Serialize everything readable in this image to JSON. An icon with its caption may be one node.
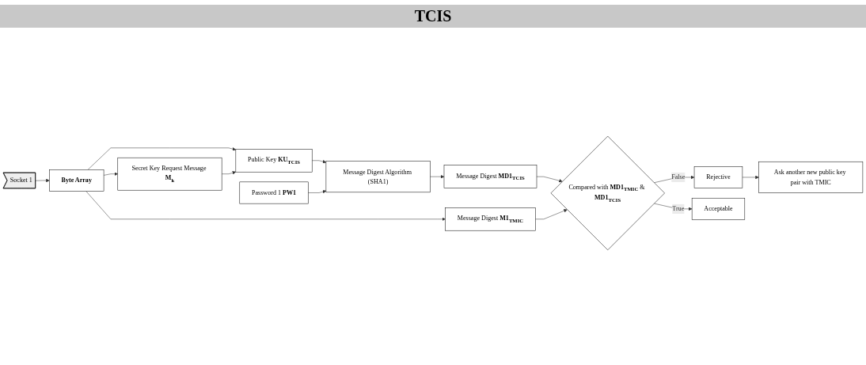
{
  "diagram": {
    "title": "TCIS",
    "nodes": [
      {
        "text": [
          "Socket 1"
        ]
      },
      {
        "text": [
          "Byte Array"
        ]
      },
      {
        "text": [
          "Secret Key Request Message **M$_{k}$**"
        ]
      },
      {
        "text": [
          "Public Key **KU$_{TCIS}$**"
        ]
      },
      {
        "text": [
          "Message Digest **M1$_{TMIC}$**"
        ]
      },
      {
        "text": [
          "Password 1 **PW1**"
        ]
      },
      {
        "text": [
          "Message Digest Algorithm (SHA1)"
        ]
      },
      {
        "text": [
          "Message Digest **MD1$_{TCIS}$**"
        ]
      },
      {
        "text": [
          "Compared with **MD1$_{TMIC}$** & **MD1$_{TCIS}$**"
        ]
      },
      {
        "text": [
          "Rejective"
        ]
      },
      {
        "text": [
          "Acceptable"
        ]
      },
      {
        "text": [
          "Ask another new public key pair with TMIC"
        ]
      }
    ],
    "edges": [
      {
        "from": 0,
        "to": 1,
        "arrow": "to"
      },
      {
        "from": 1,
        "to": 2,
        "arrow": "to"
      },
      {
        "from": 1,
        "to": 3,
        "arrow": "to"
      },
      {
        "from": 1,
        "to": 4,
        "arrow": "to"
      },
      {
        "from": 2,
        "to": 3,
        "arrow": "to"
      },
      {
        "from": 3,
        "to": 6,
        "arrow": "to"
      },
      {
        "from": 5,
        "to": 6,
        "arrow": "to"
      },
      {
        "from": 6,
        "to": 7,
        "arrow": "to"
      },
      {
        "from": 7,
        "to": 8,
        "arrow": "to"
      },
      {
        "from": 4,
        "to": 8,
        "arrow": "to"
      },
      {
        "from": 8,
        "to": 9,
        "label": "False",
        "arrow": "to"
      },
      {
        "from": 8,
        "to": 10,
        "label": "True",
        "arrow": "to"
      },
      {
        "from": 9,
        "to": 11,
        "arrow": "to"
      }
    ]
  }
}
